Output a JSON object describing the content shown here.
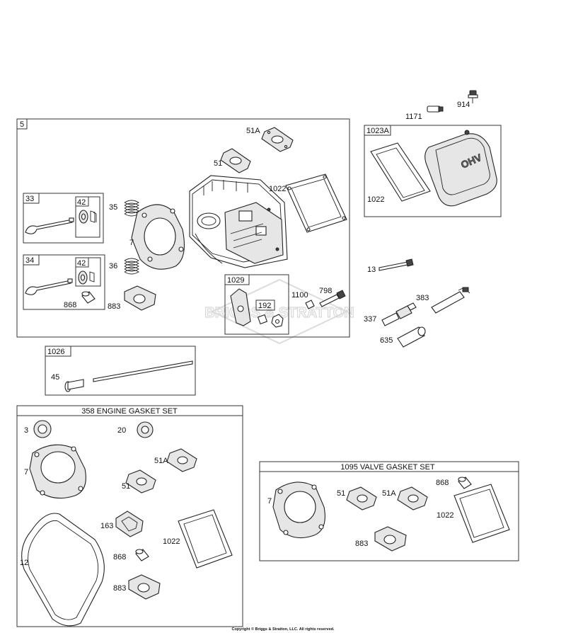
{
  "boxes": {
    "head": "5",
    "intake_valve": "33",
    "exhaust_valve": "34",
    "retainer_a": "42",
    "retainer_b": "42",
    "rocker": "1029",
    "rocker_inner": "192",
    "cover": "1023A",
    "pushrod": "1026",
    "engine_gasket_set": "358 ENGINE GASKET SET",
    "valve_gasket_set": "1095 VALVE GASKET SET"
  },
  "labels": {
    "p914": "914",
    "p1171": "1171",
    "p51A_top": "51A",
    "p51_top": "51",
    "p1022_head": "1022",
    "p35": "35",
    "p7_head": "7",
    "p36": "36",
    "p868_head": "868",
    "p883_head": "883",
    "p1100": "1100",
    "p798": "798",
    "p1022_cover": "1022",
    "p13": "13",
    "p383": "383",
    "p337": "337",
    "p635": "635",
    "p45": "45",
    "egs_3": "3",
    "egs_20": "20",
    "egs_51A": "51A",
    "egs_7": "7",
    "egs_51": "51",
    "egs_163": "163",
    "egs_1022": "1022",
    "egs_12": "12",
    "egs_868": "868",
    "egs_883": "883",
    "vgs_868": "868",
    "vgs_7": "7",
    "vgs_51": "51",
    "vgs_51A": "51A",
    "vgs_1022": "1022",
    "vgs_883": "883"
  },
  "cover_logo": "OHV",
  "watermark": "BRIGGS & STRATTON",
  "copyright": "Copyright © Briggs & Stratton, LLC. All rights reserved."
}
